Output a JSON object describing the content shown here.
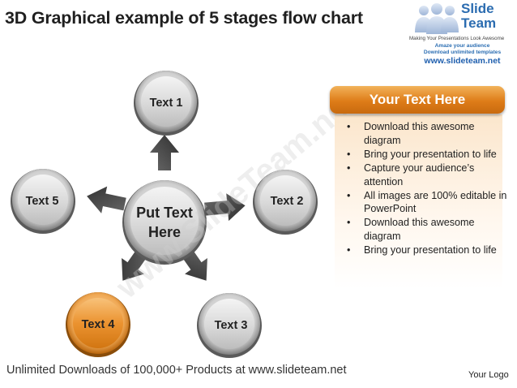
{
  "title": "3D Graphical example of 5 stages flow chart",
  "logo": {
    "brand_line1": "Slide",
    "brand_line2": "Team",
    "tagline": "Making Your Presentations Look Awesome",
    "tag2": "Amaze your audience",
    "tag3": "Download unlimited templates",
    "url": "www.slideteam.net"
  },
  "diagram": {
    "center": "Put Text\nHere",
    "center_line1": "Put Text",
    "center_line2": "Here",
    "nodes": [
      "Text 1",
      "Text 2",
      "Text 3",
      "Text 4",
      "Text 5"
    ]
  },
  "panel": {
    "header": "Your Text Here",
    "bullets": [
      "Download this awesome diagram",
      "Bring your presentation to life",
      "Capture your audience’s attention",
      "All images are 100% editable in PowerPoint",
      "Download this awesome diagram",
      "Bring your presentation to life"
    ]
  },
  "watermark": "www.SlideTeam.net",
  "footer": "Unlimited Downloads of 100,000+ Products at www.slideteam.net",
  "your_logo": "Your Logo",
  "colors": {
    "accent_orange": "#e8891f",
    "node_gray": "#d9d9d9",
    "arrow": "#4a4a4a"
  }
}
